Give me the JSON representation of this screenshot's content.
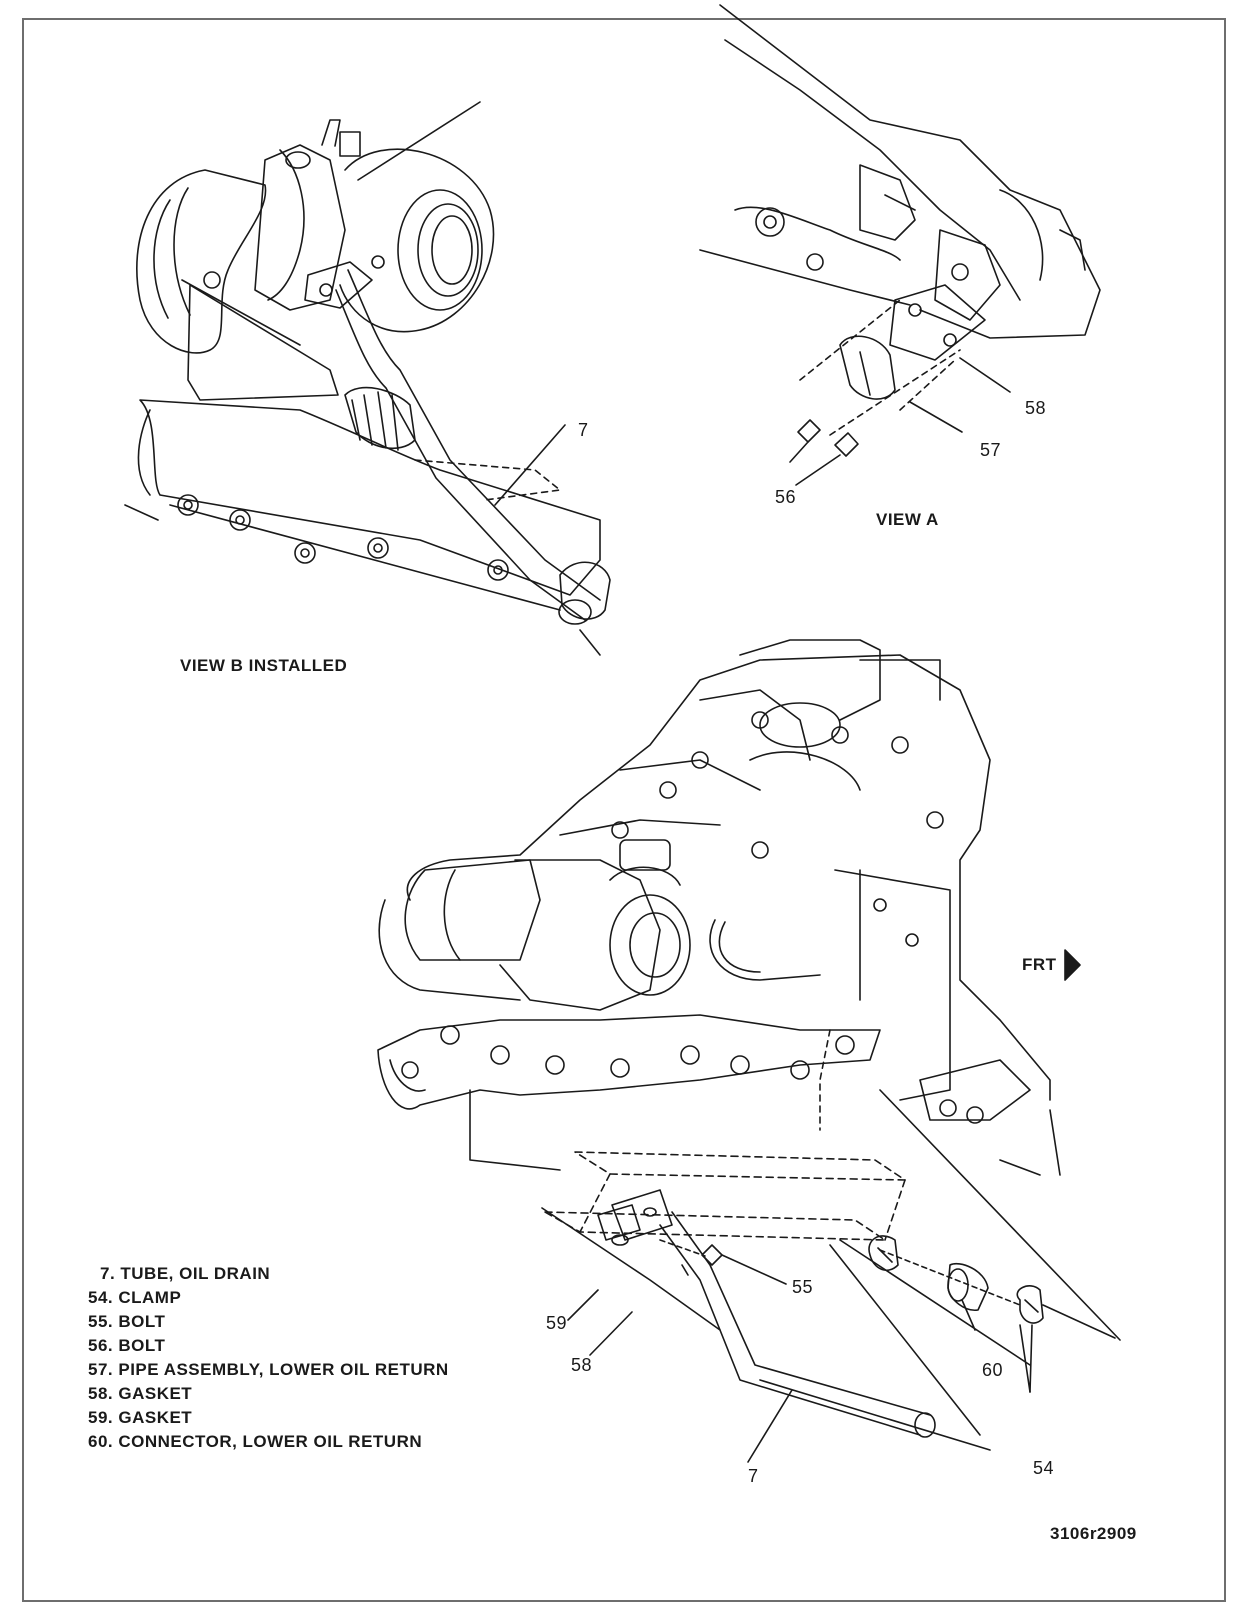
{
  "views": {
    "view_b_title": "VIEW B INSTALLED",
    "view_a_title": "VIEW A",
    "front_label": "FRT"
  },
  "callouts": {
    "c7_top": "7",
    "c58_a": "58",
    "c57_a": "57",
    "c56_a": "56",
    "c55": "55",
    "c59": "59",
    "c58_b": "58",
    "c60": "60",
    "c54": "54",
    "c7_bottom": "7"
  },
  "legend": [
    "7. TUBE, OIL DRAIN",
    "54. CLAMP",
    "55. BOLT",
    "56. BOLT",
    "57. PIPE ASSEMBLY, LOWER OIL RETURN",
    "58. GASKET",
    "59. GASKET",
    "60. CONNECTOR, LOWER OIL RETURN"
  ],
  "figure_id": "3106r2909",
  "colors": {
    "ink": "#1a1a1a",
    "frame": "#6e6e6e",
    "paper": "#ffffff"
  }
}
